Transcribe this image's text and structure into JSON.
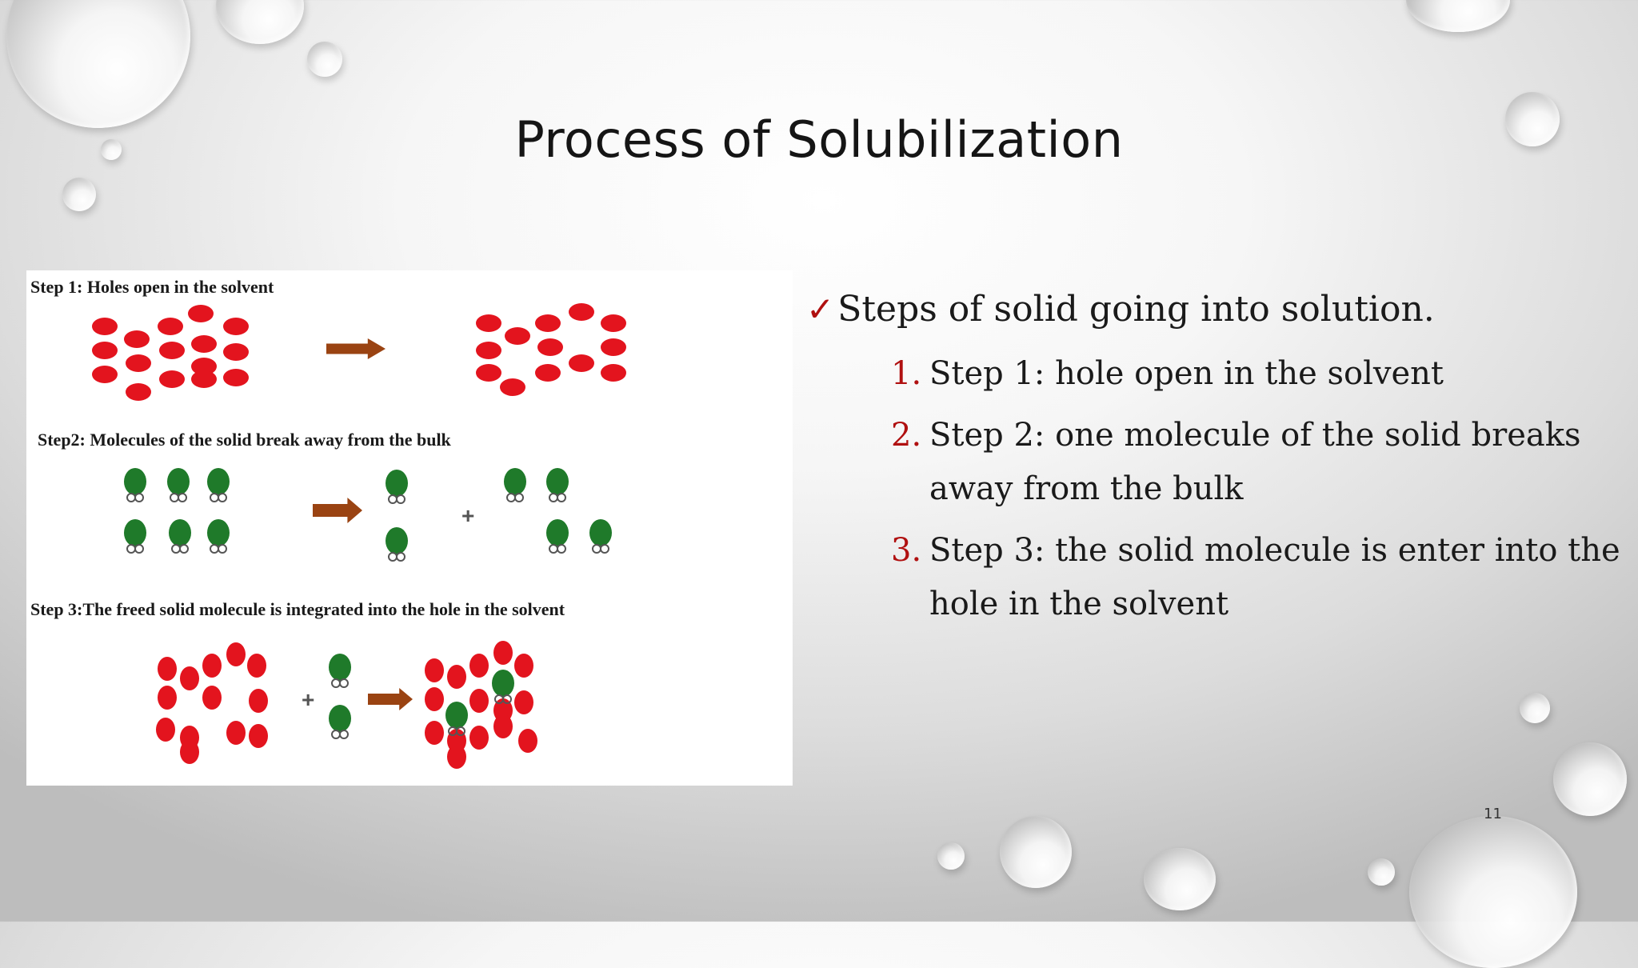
{
  "slide": {
    "title": "Process of Solubilization",
    "page_number": "11"
  },
  "figure": {
    "step1_caption": "Step 1: Holes open in the solvent",
    "step2_caption": "Step2: Molecules of the solid break away from the bulk",
    "step3_caption": "Step 3:The freed solid molecule is integrated into the hole in the solvent",
    "plus_sign": "+",
    "colors": {
      "solvent": "#e3141e",
      "solute": "#1f7a2a",
      "arrow": "#9a4312"
    }
  },
  "content": {
    "check_icon": "✓",
    "lead": "Steps of solid going into solution.",
    "steps": [
      {
        "num": "1.",
        "text": "Step 1: hole open in the solvent"
      },
      {
        "num": "2.",
        "text": "Step 2: one molecule of the solid breaks away from the bulk"
      },
      {
        "num": "3.",
        "text": "Step 3: the solid molecule is enter into the hole in the solvent"
      }
    ]
  }
}
